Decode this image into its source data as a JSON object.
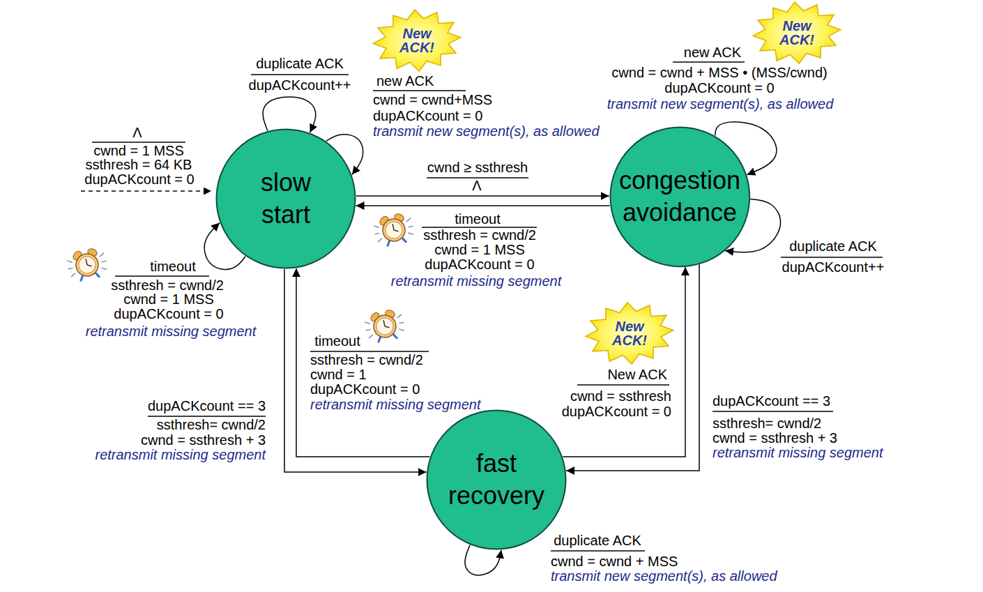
{
  "diagram": {
    "nodes": [
      {
        "text": [
          "slow start"
        ]
      },
      {
        "text": [
          "congestion avoidance"
        ]
      },
      {
        "text": [
          "fast recovery"
        ]
      }
    ],
    "edges": [
      {
        "from": 0,
        "to": 0,
        "arrow": "to",
        "label": "duplicate ACK"
      },
      {
        "from": 0,
        "to": 0,
        "arrow": "to",
        "label": "new ACK"
      },
      {
        "from": 0,
        "to": 0,
        "arrow": "to",
        "label": "timeout"
      },
      {
        "from": 0,
        "to": 1,
        "arrow": "to",
        "label": "cwnd ≥ ssthresh"
      },
      {
        "from": 1,
        "to": 0,
        "arrow": "to",
        "label": "timeout"
      },
      {
        "from": 1,
        "to": 1,
        "arrow": "to",
        "label": "new ACK"
      },
      {
        "from": 1,
        "to": 1,
        "arrow": "to",
        "label": "duplicate ACK"
      },
      {
        "from": 0,
        "to": 2,
        "arrow": "to",
        "label": "dupACKcount == 3"
      },
      {
        "from": 2,
        "to": 0,
        "arrow": "to",
        "label": "timeout"
      },
      {
        "from": 2,
        "to": 1,
        "arrow": "to",
        "label": "New ACK"
      },
      {
        "from": 1,
        "to": 2,
        "arrow": "to",
        "label": "dupACKcount == 3"
      },
      {
        "from": 2,
        "to": 2,
        "arrow": "to",
        "label": "duplicate ACK"
      }
    ],
    "labels": [
      "Λ",
      "cwnd = 1 MSS",
      "ssthresh = 64 KB",
      "dupACKcount = 0",
      "dupACKcount++",
      "New ACK!",
      "cwnd = cwnd+MSS",
      "dupACKcount = 0",
      "transmit new segment(s), as allowed",
      "New ACK!",
      "cwnd = cwnd + MSS • (MSS/cwnd)",
      "dupACKcount = 0",
      "transmit new segment(s), as allowed",
      "Λ",
      "ssthresh = cwnd/2",
      "cwnd = 1 MSS",
      "dupACKcount = 0",
      "retransmit missing segment",
      "dupACKcount++",
      "ssthresh = cwnd/2",
      "cwnd = 1 MSS",
      "dupACKcount = 0",
      "retransmit missing segment",
      "ssthresh = cwnd/2",
      "cwnd = 1",
      "dupACKcount = 0",
      "retransmit missing segment",
      "New ACK!",
      "cwnd = ssthresh",
      "dupACKcount = 0",
      "ssthresh= cwnd/2",
      "cwnd = ssthresh + 3",
      "retransmit missing segment",
      "ssthresh= cwnd/2",
      "cwnd = ssthresh + 3",
      "retransmit missing segment",
      "cwnd = cwnd + MSS",
      "transmit new segment(s), as allowed"
    ]
  }
}
